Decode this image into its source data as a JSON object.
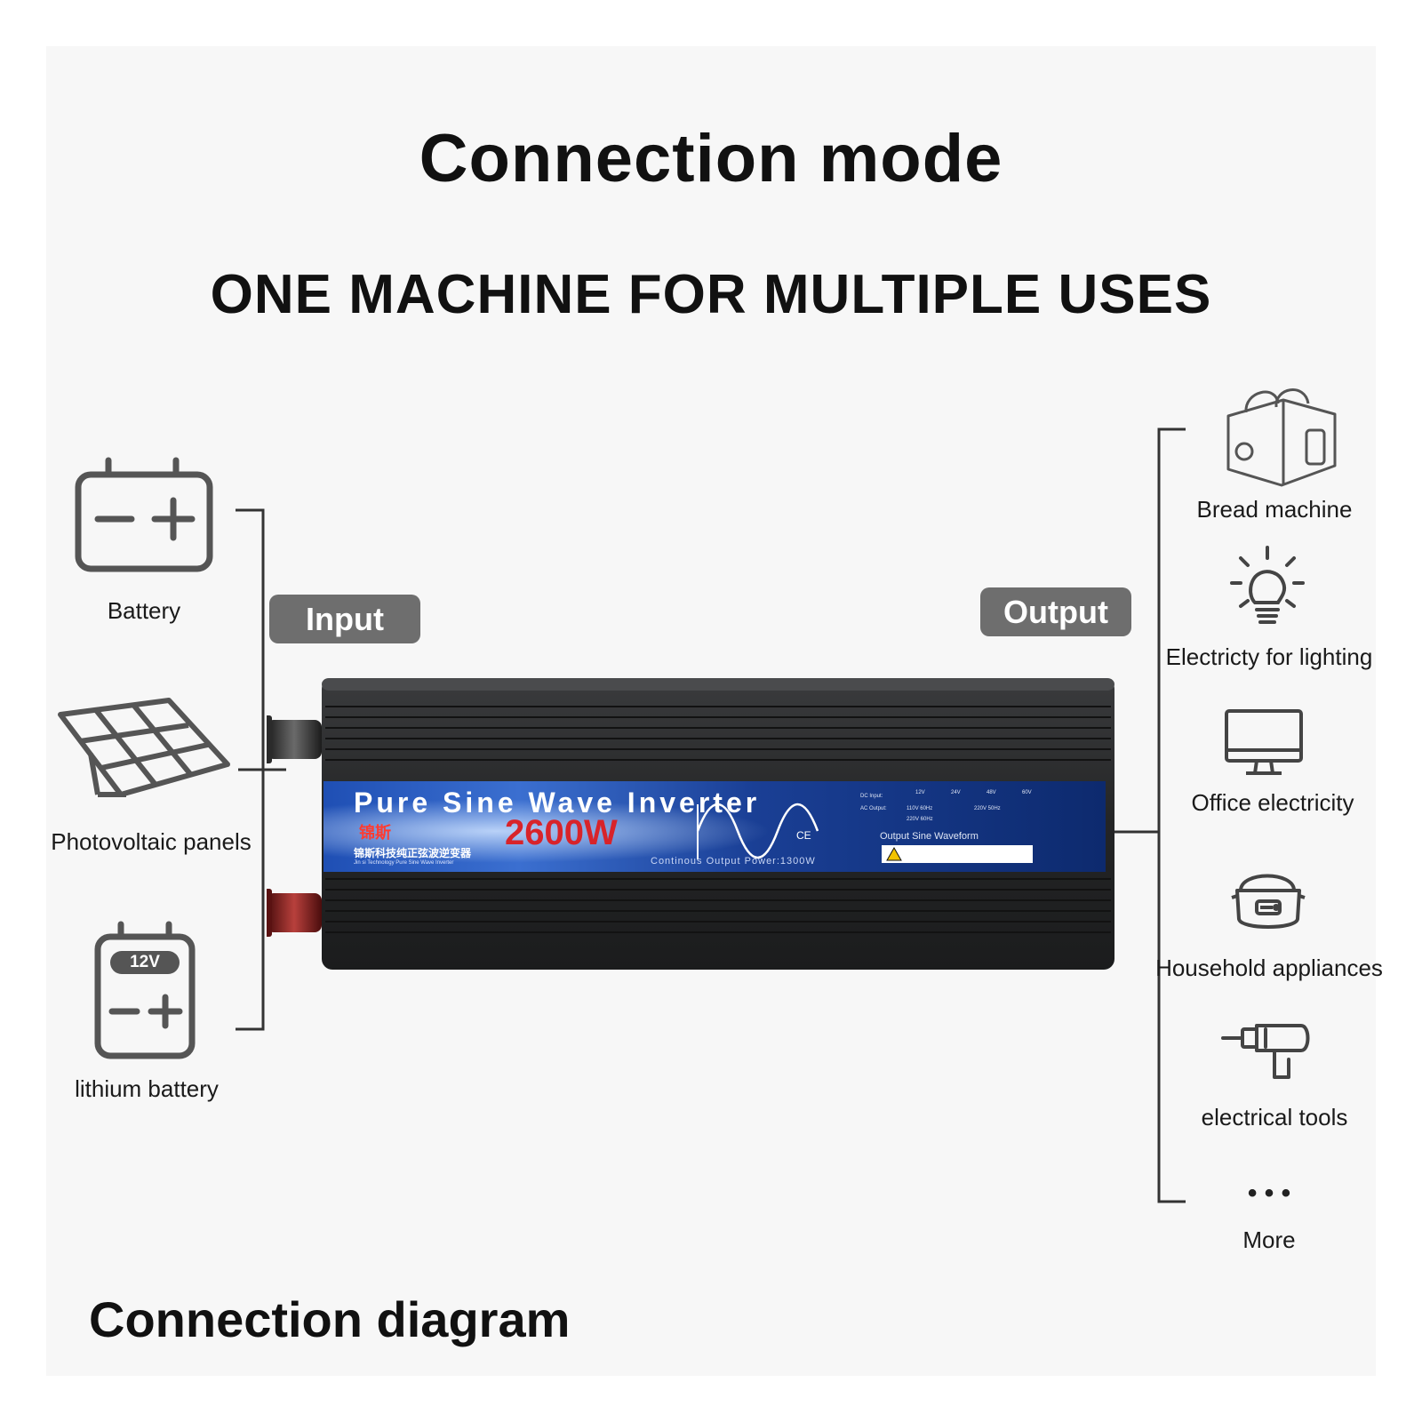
{
  "heading": {
    "title": "Connection mode",
    "subtitle": "ONE MACHINE FOR MULTIPLE USES",
    "footer": "Connection diagram"
  },
  "input": {
    "label": "Input",
    "sources": [
      {
        "label": "Battery",
        "icon": "battery-icon"
      },
      {
        "label": "Photovoltaic panels",
        "icon": "solar-panel-icon"
      },
      {
        "label": "lithium battery",
        "icon": "lithium-battery-icon",
        "badge": "12V"
      }
    ]
  },
  "output": {
    "label": "Output",
    "loads": [
      {
        "label": "Bread machine",
        "icon": "toaster-icon"
      },
      {
        "label": "Electricty for lighting",
        "icon": "light-bulb-icon"
      },
      {
        "label": "Office electricity",
        "icon": "monitor-icon"
      },
      {
        "label": "Household appliances",
        "icon": "rice-cooker-icon"
      },
      {
        "label": "electrical tools",
        "icon": "drill-icon"
      },
      {
        "label": "More",
        "icon": "ellipsis-icon",
        "glyph": "• • •"
      }
    ]
  },
  "inverter": {
    "title": "Pure Sine Wave Inverter",
    "brand": "锦斯",
    "power": "2600W",
    "brand_line": "锦斯科技纯正弦波逆变器",
    "brand_sub": "Jin si Technology Pure Sine Wave Inverter",
    "continuous": "Continous Output Power:1300W",
    "waveform_label": "Output Sine Waveform",
    "dc_input_label": "DC Input:",
    "dc_options": [
      "12V",
      "24V",
      "48V",
      "60V"
    ],
    "ac_output_label": "AC Output:",
    "ac_options": [
      "110V 60Hz",
      "220V 50Hz",
      "220V 60Hz"
    ],
    "ce_mark": "CE",
    "colors": {
      "body": "#232425",
      "label_blue": "#1d3f94",
      "power_red": "#d8232a",
      "neg_terminal": "#3a3a3a",
      "pos_terminal": "#8b1e1e"
    }
  },
  "colors": {
    "pill": "#6e6e6e",
    "line": "#333333",
    "icon": "#555555"
  }
}
